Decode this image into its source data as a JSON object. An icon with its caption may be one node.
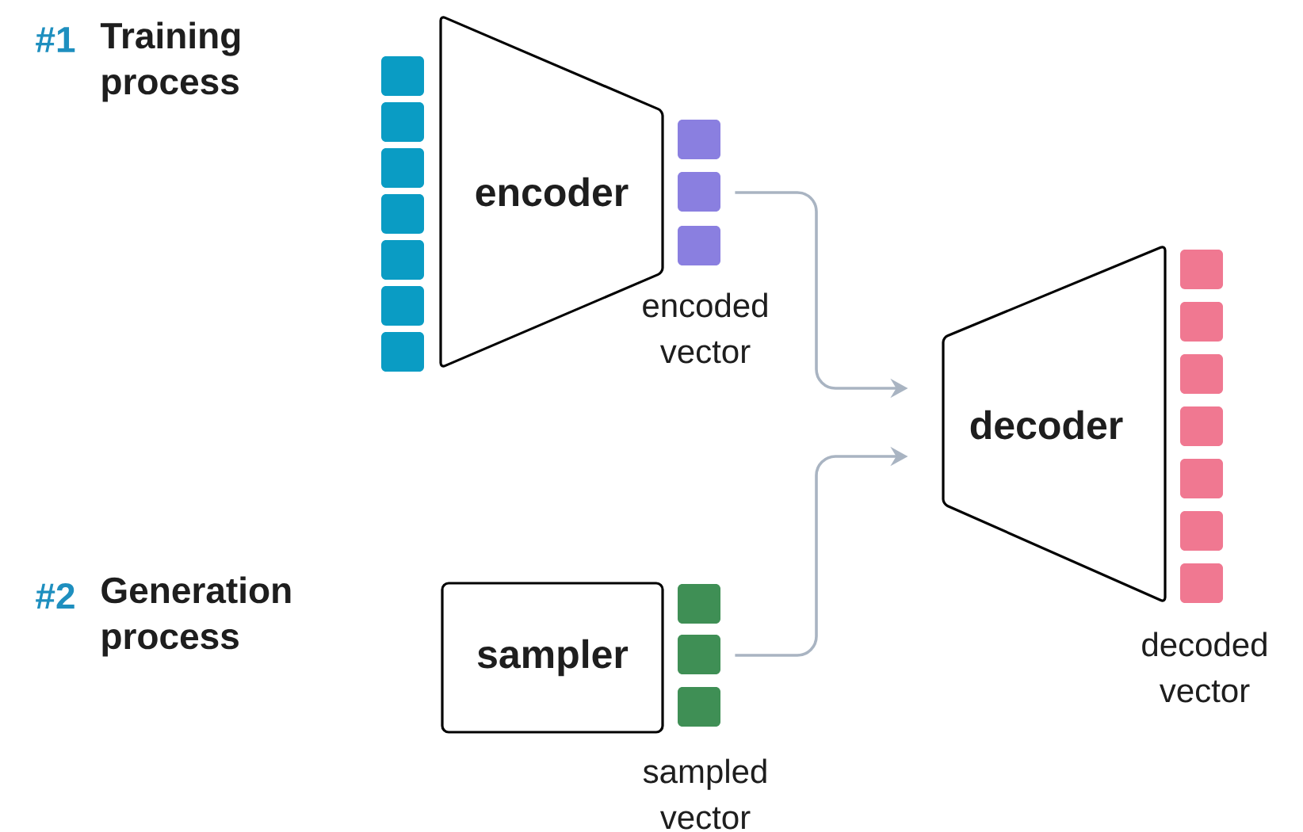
{
  "diagram": {
    "nodes": [
      {
        "text": [],
        "shape": "bar"
      },
      {
        "text": [
          "encoder"
        ]
      },
      {
        "text": [],
        "shape": "bar"
      },
      {
        "text": [
          "decoder"
        ]
      },
      {
        "text": [],
        "shape": "bar",
        "beside": [
          "decoded vector"
        ]
      },
      {
        "text": [
          "sampler"
        ]
      },
      {
        "text": [],
        "shape": "bar",
        "beside": [
          "sampled vector"
        ]
      }
    ],
    "edges": [
      {
        "from": 2,
        "to": 3,
        "arrow": "to"
      },
      {
        "from": 6,
        "to": 3,
        "arrow": "to"
      }
    ],
    "labels": [
      "#1",
      "Training process",
      "encoded vector",
      "#2",
      "Generation process"
    ]
  }
}
